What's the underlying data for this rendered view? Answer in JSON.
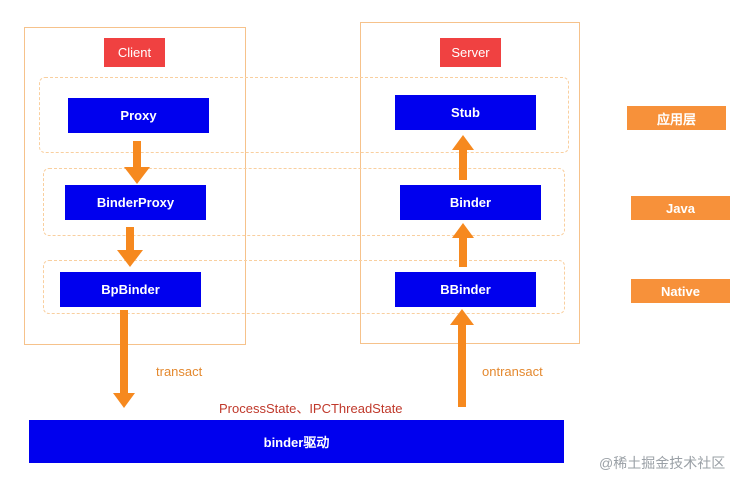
{
  "diagram": {
    "client_label": "Client",
    "server_label": "Server",
    "client_nodes": [
      "Proxy",
      "BinderProxy",
      "BpBinder"
    ],
    "server_nodes": [
      "Stub",
      "Binder",
      "BBinder"
    ],
    "layers": [
      "应用层",
      "Java",
      "Native"
    ],
    "transact_label": "transact",
    "ontransact_label": "ontransact",
    "state_label": "ProcessState、IPCThreadState",
    "driver_label": "binder驱动",
    "watermark": "@稀土掘金技术社区"
  },
  "colors": {
    "node_blue": "#0000ee",
    "tag_red": "#f04141",
    "arrow_orange": "#f6891f",
    "legend_orange": "#f7913a",
    "panel_border": "#f6c28b"
  }
}
